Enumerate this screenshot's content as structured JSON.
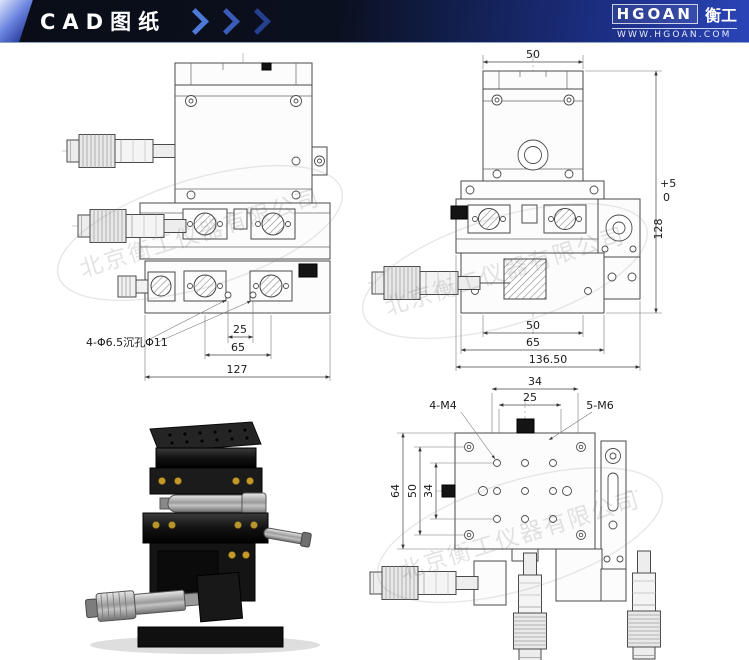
{
  "header": {
    "title": "CAD图纸",
    "brand": "HGOAN",
    "brand_suffix": "衡工",
    "website": "WWW.HGOAN.COM"
  },
  "watermark": {
    "text": "北京衡工仪器有限公司"
  },
  "front_view": {
    "hole_label": "4-Φ6.5沉孔Φ11",
    "dim_25": "25",
    "dim_65": "65",
    "dim_127": "127"
  },
  "side_view": {
    "dim_top_50": "50",
    "tol_plus": "+5",
    "tol_zero": "0",
    "dim_128": "128",
    "dim_50": "50",
    "dim_65": "65",
    "dim_136_50": "136.50"
  },
  "top_view": {
    "dim_34_top": "34",
    "dim_25": "25",
    "label_m4": "4-M4",
    "label_m6": "5-M6",
    "dim_64": "64",
    "dim_50": "50",
    "dim_34_left": "34"
  }
}
